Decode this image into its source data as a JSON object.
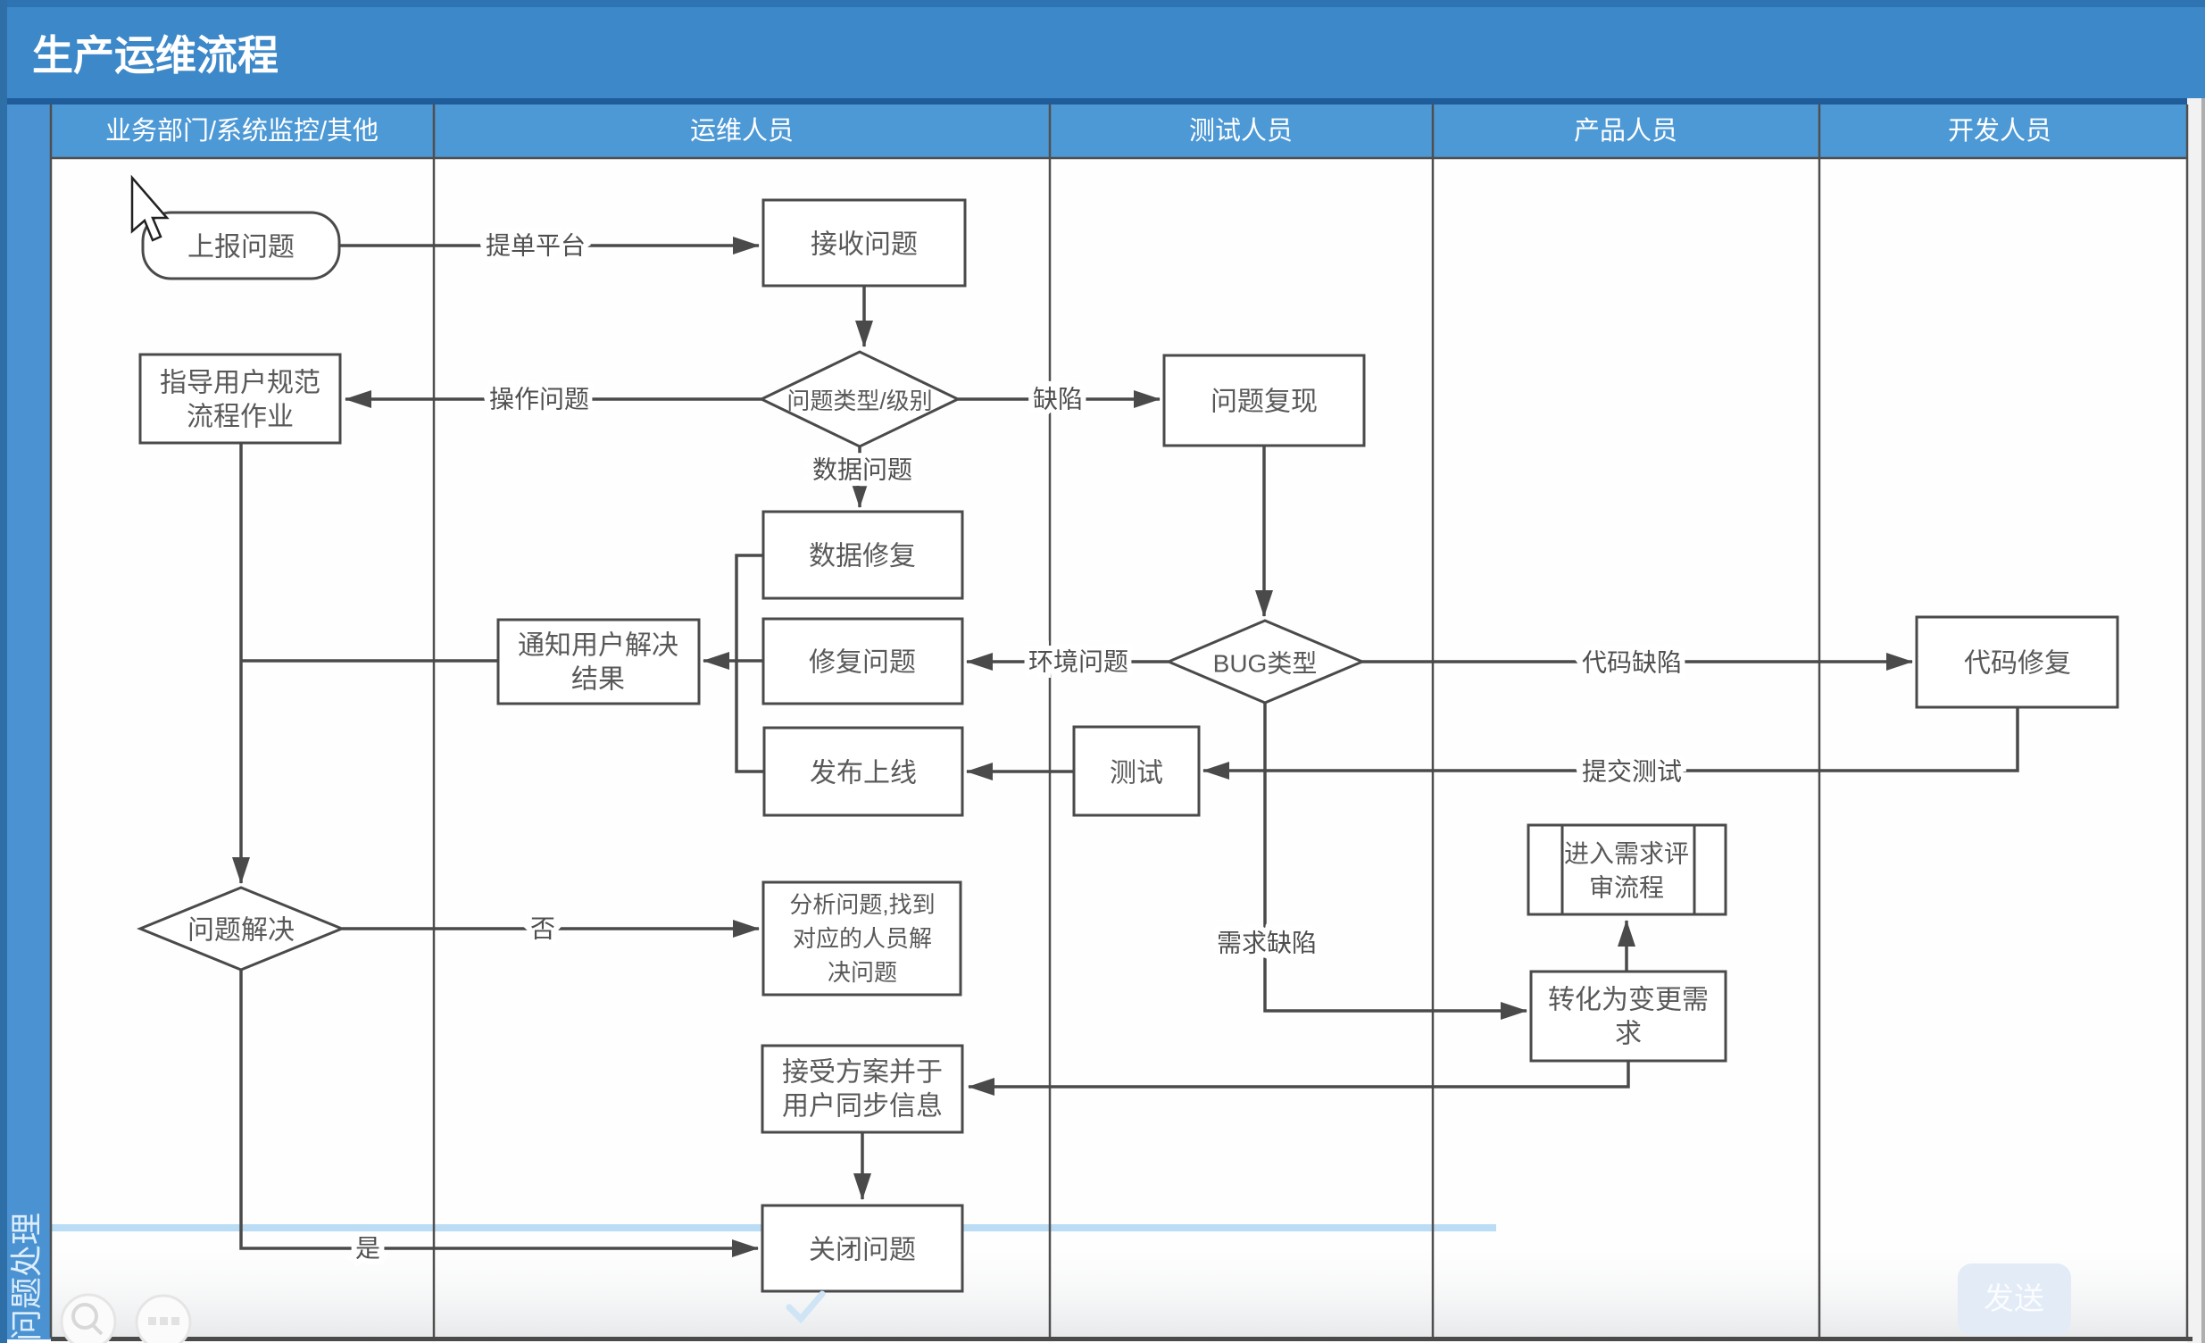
{
  "title_bar": {
    "title": "生产运维流程"
  },
  "sidebar": {
    "vertical_label": "问题处理"
  },
  "lanes": [
    "业务部门/系统监控/其他",
    "运维人员",
    "测试人员",
    "产品人员",
    "开发人员"
  ],
  "nodes": {
    "report": {
      "label": "上报问题",
      "type": "start"
    },
    "receive": {
      "label": "接收问题",
      "type": "process"
    },
    "issue_type": {
      "label": "问题类型/级别",
      "type": "decision"
    },
    "guide": {
      "lines": [
        "指导用户规范",
        "流程作业"
      ],
      "type": "process"
    },
    "reproduce": {
      "label": "问题复现",
      "type": "process"
    },
    "data_fix": {
      "label": "数据修复",
      "type": "process"
    },
    "fix_issue": {
      "label": "修复问题",
      "type": "process"
    },
    "notify": {
      "lines": [
        "通知用户解决",
        "结果"
      ],
      "type": "process"
    },
    "bug_type": {
      "label": "BUG类型",
      "type": "decision"
    },
    "release": {
      "label": "发布上线",
      "type": "process"
    },
    "test": {
      "label": "测试",
      "type": "process"
    },
    "code_fix": {
      "label": "代码修复",
      "type": "process"
    },
    "review": {
      "lines": [
        "进入需求评",
        "审流程"
      ],
      "type": "predefined-process"
    },
    "convert": {
      "lines": [
        "转化为变更需",
        "求"
      ],
      "type": "process"
    },
    "solved": {
      "label": "问题解决",
      "type": "decision"
    },
    "analyze": {
      "lines": [
        "分析问题,找到",
        "对应的人员解",
        "决问题"
      ],
      "type": "process"
    },
    "accept": {
      "lines": [
        "接受方案并于",
        "用户同步信息"
      ],
      "type": "process"
    },
    "close": {
      "label": "关闭问题",
      "type": "process"
    }
  },
  "edge_labels": {
    "ticket_platform": "提单平台",
    "operation_issue": "操作问题",
    "defect": "缺陷",
    "data_issue": "数据问题",
    "env_issue": "环境问题",
    "code_defect": "代码缺陷",
    "submit_test": "提交测试",
    "req_defect": "需求缺陷",
    "no": "否",
    "yes": "是"
  },
  "buttons": {
    "send": "发送"
  },
  "colors": {
    "title_bar": "#3d88c9",
    "header_band": "#4d99d6",
    "left_strip": "#4a92d2",
    "shape_stroke": "#4a4a4a",
    "highlight_line": "#badcf4",
    "send_button": "#e2ebf6"
  }
}
